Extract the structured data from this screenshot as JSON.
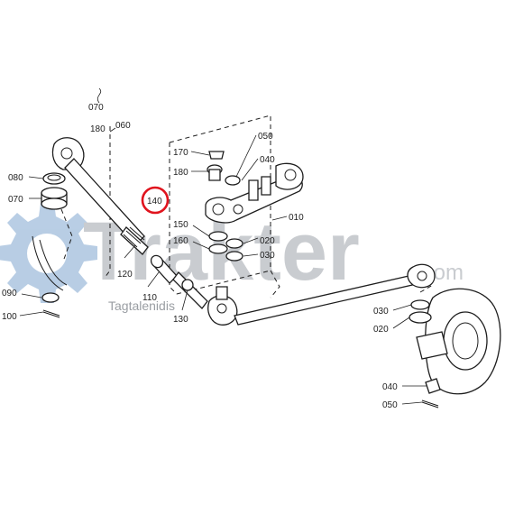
{
  "watermark": {
    "brand": "Trakter",
    "suffix": ".com",
    "tagline": "Tagtalenidis"
  },
  "highlight": {
    "label": "140",
    "color": "#e0141e"
  },
  "callouts": {
    "c070_top": "070",
    "c180_top": "180",
    "c060": "060",
    "c080": "080",
    "c070_left": "070",
    "c120": "120",
    "c110": "110",
    "c130": "130",
    "c090": "090",
    "c100": "100",
    "c170": "170",
    "c180_mid": "180",
    "c050_top": "050",
    "c040_top": "040",
    "c010": "010",
    "c150": "150",
    "c160": "160",
    "c020_mid": "020",
    "c030_mid": "030",
    "c030_right": "030",
    "c020_right": "020",
    "c040_bottom": "040",
    "c050_bottom": "050"
  },
  "colors": {
    "line": "#1d1d1d",
    "watermark": "#c9ccd0",
    "gear": "#7fa6cf"
  }
}
